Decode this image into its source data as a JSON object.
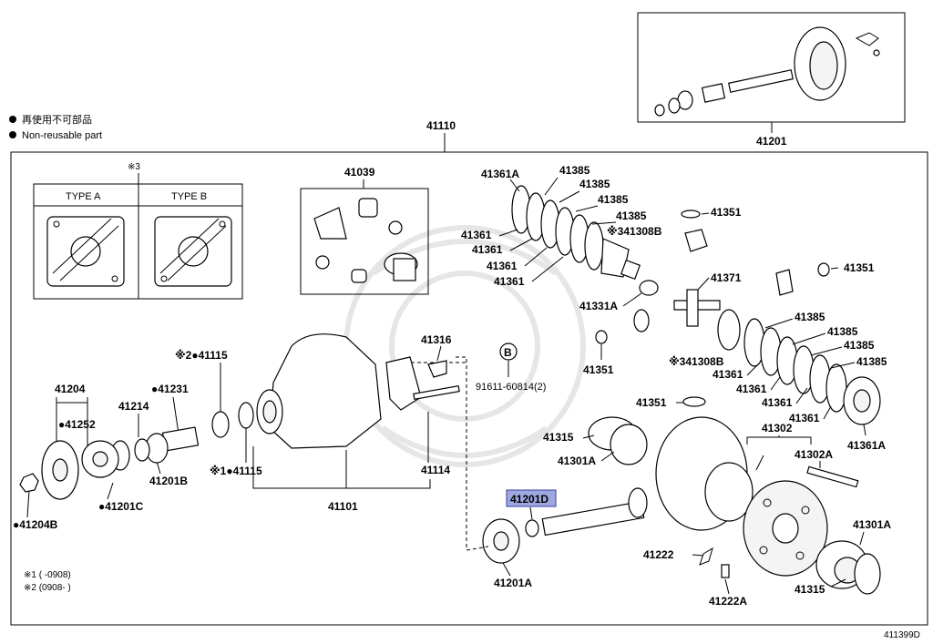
{
  "legend": {
    "non_reusable_jp": "再使用不可部品",
    "non_reusable_en": "Non-reusable part"
  },
  "labels": {
    "main_assembly": "41110",
    "inset_assembly": "41201",
    "gear_kit": "41039",
    "gasket_note_mark": "※3",
    "type_a": "TYPE A",
    "type_b": "TYPE B",
    "p41361A_top": "41361A",
    "p41385_1": "41385",
    "p41385_2": "41385",
    "p41385_3": "41385",
    "p41385_4": "41385",
    "p41361_1": "41361",
    "p41361_2": "41361",
    "p41361_3": "41361",
    "p41361_4": "41361",
    "p41308B_top": "※341308B",
    "p41351_top": "41351",
    "p41351_right": "41351",
    "p41351_mid": "41351",
    "p41351_low": "41351",
    "p41371": "41371",
    "p41331A": "41331A",
    "p41385_r1": "41385",
    "p41385_r2": "41385",
    "p41385_r3": "41385",
    "p41385_r4": "41385",
    "p41308B_low": "※341308B",
    "p41361_r1": "41361",
    "p41361_r2": "41361",
    "p41361_r3": "41361",
    "p41361_r4": "41361",
    "p41361A_right": "41361A",
    "p41302": "41302",
    "p41302A": "41302A",
    "p41301A_right": "41301A",
    "p41315_right": "41315",
    "p41222A": "41222A",
    "p41222": "41222",
    "p41315_left": "41315",
    "p41301A_left": "41301A",
    "p41201D": "41201D",
    "p41201A": "41201A",
    "ref_b": "B",
    "ref_b_part": "91611-60814(2)",
    "p41316": "41316",
    "p41114": "41114",
    "p41101": "41101",
    "p41115_top": "※2●41115",
    "p41115_low": "※1●41115",
    "p41231": "●41231",
    "p41214": "41214",
    "p41201B": "41201B",
    "p41204": "41204",
    "p41252": "●41252",
    "p41201C": "●41201C",
    "p41204B": "●41204B",
    "note_1": "※1 (      -0908)",
    "note_2": "※2 (0908-      )",
    "diagram_code": "411399D"
  },
  "colors": {
    "highlight": "#9fa7e0",
    "line": "#000000",
    "watermark": "#e6e6e6"
  }
}
